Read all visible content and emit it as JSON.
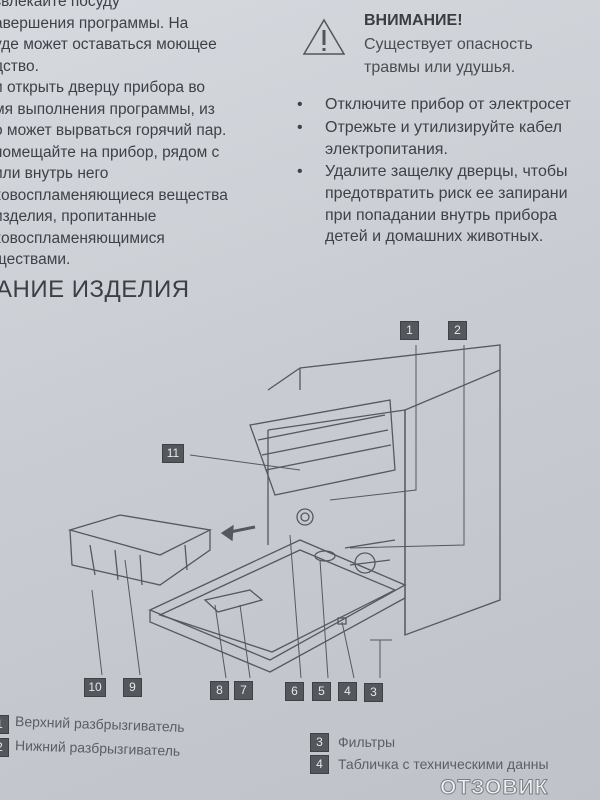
{
  "left_column": [
    "звлекайте посуду",
    "авершения программы. На",
    "уде может оставаться моющее",
    "дство.",
    "и открыть дверцу прибора во",
    "мя выполнения программы, из",
    "о может вырваться горячий пар.",
    "помещайте на прибор, рядом с",
    "или внутрь него",
    "ковоспламеняющиеся вещества",
    "изделия, пропитанные",
    "ковоспламеняющимися",
    "ществами."
  ],
  "warning": {
    "icon": "warning-triangle-icon",
    "title": "ВНИМАНИЕ!",
    "lines": [
      "Существует опасность",
      "травмы или удушья."
    ]
  },
  "bullets": [
    {
      "lines": [
        "Отключите прибор от электросет"
      ]
    },
    {
      "lines": [
        "Отрежьте и утилизируйте кабел",
        "электропитания."
      ]
    },
    {
      "lines": [
        "Удалите защелку дверцы, чтобы",
        "предотвратить риск ее запирани",
        "при попадании внутрь прибора",
        "детей и домашних животных."
      ]
    }
  ],
  "section_heading": "АНИЕ ИЗДЕЛИЯ",
  "diagram_labels": [
    "1",
    "2",
    "3",
    "4",
    "5",
    "6",
    "7",
    "8",
    "9",
    "10",
    "11"
  ],
  "legend": [
    {
      "num": "1",
      "text": "Верхний разбрызгиватель"
    },
    {
      "num": "2",
      "text": "Нижний разбрызгиватель"
    },
    {
      "num": "3",
      "text": "Фильтры"
    },
    {
      "num": "4",
      "text": "Табличка с техническими данны"
    }
  ],
  "watermark": "ОТЗОВИК"
}
